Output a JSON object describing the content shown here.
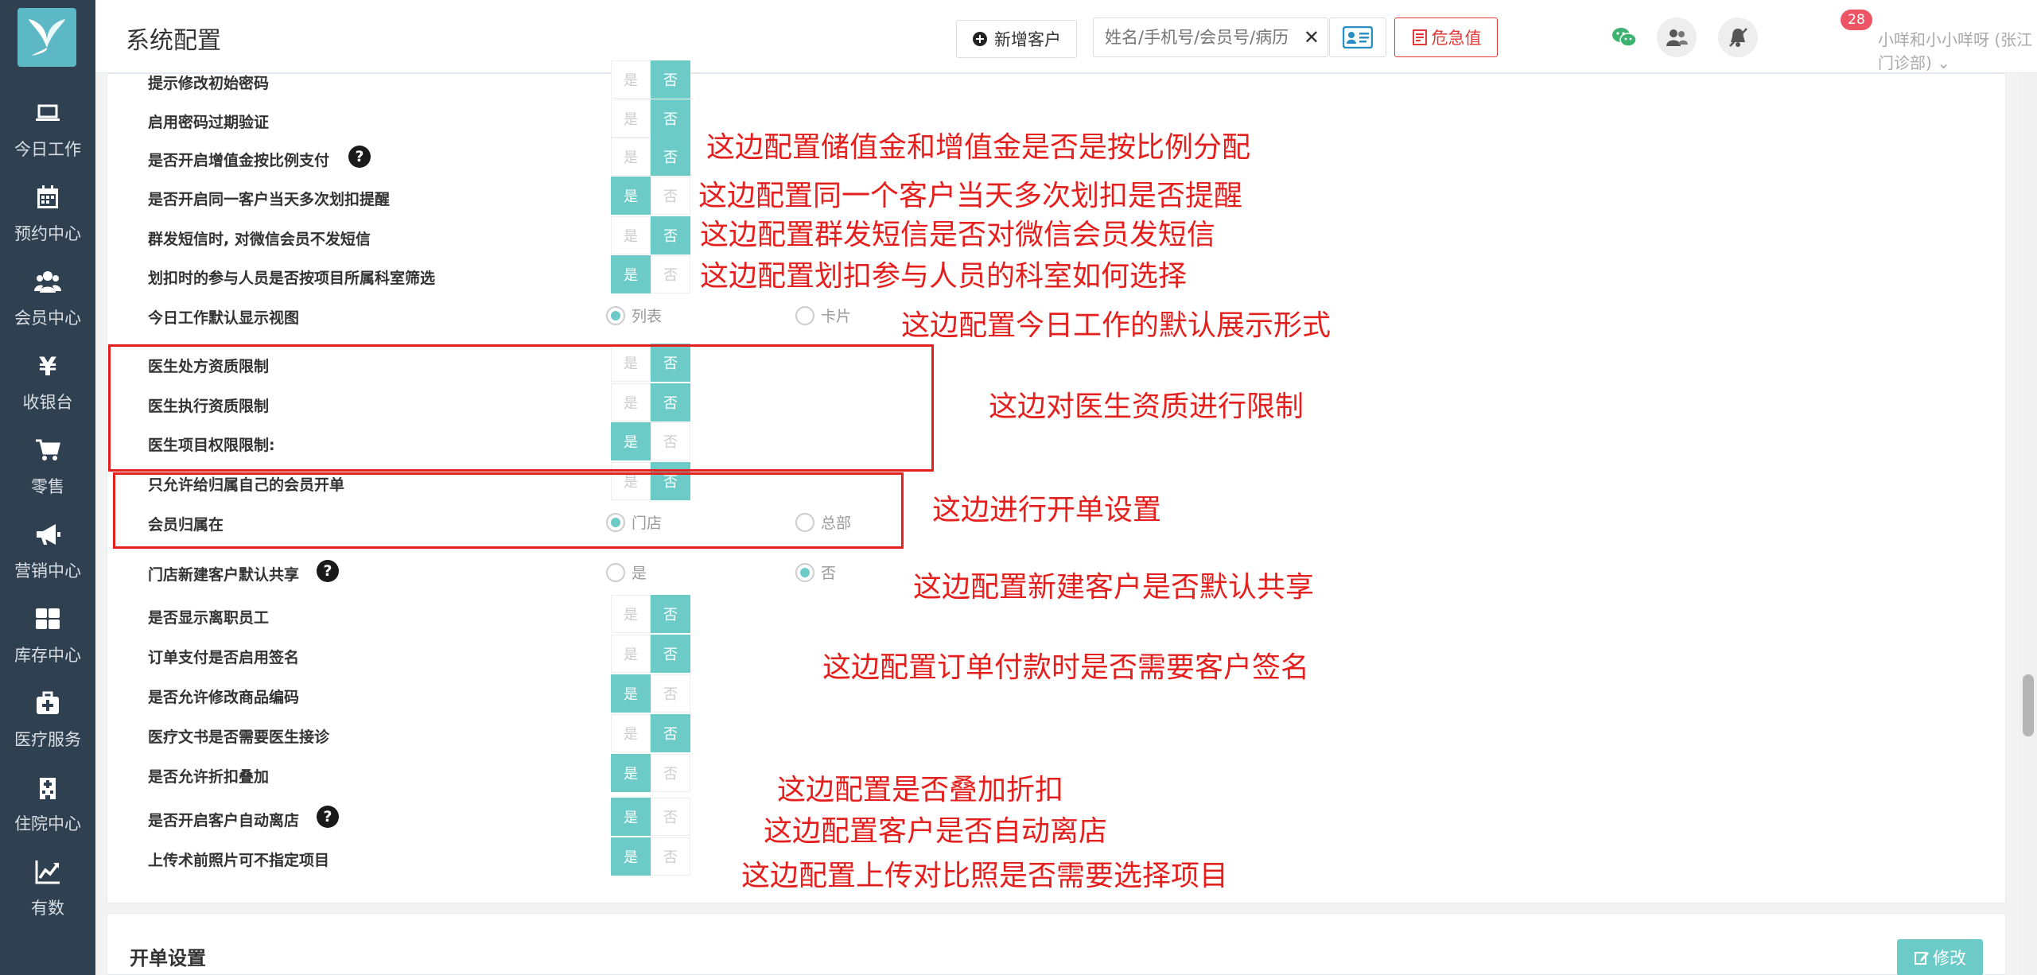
{
  "sidebar": {
    "items": [
      {
        "label": "今日工作",
        "icon": "laptop-icon"
      },
      {
        "label": "预约中心",
        "icon": "calendar-icon"
      },
      {
        "label": "会员中心",
        "icon": "users-icon"
      },
      {
        "label": "收银台",
        "icon": "yen-icon"
      },
      {
        "label": "零售",
        "icon": "cart-icon"
      },
      {
        "label": "营销中心",
        "icon": "megaphone-icon"
      },
      {
        "label": "库存中心",
        "icon": "grid-icon"
      },
      {
        "label": "医疗服务",
        "icon": "medkit-icon"
      },
      {
        "label": "住院中心",
        "icon": "hospital-icon"
      },
      {
        "label": "有数",
        "icon": "chart-line-icon"
      }
    ]
  },
  "header": {
    "title": "系统配置",
    "add_customer": "新增客户",
    "search_placeholder": "姓名/手机号/会员号/病历号/微信号",
    "danger_label": "危急值",
    "notification_count": "28",
    "user": "小咩和小小咩呀 (张江门诊部) ⌄"
  },
  "toggle_labels": {
    "yes": "是",
    "no": "否"
  },
  "settings": [
    {
      "label": "提示修改初始密码",
      "value": "否"
    },
    {
      "label": "启用密码过期验证",
      "value": "否"
    },
    {
      "label": "是否开启增值金按比例支付",
      "value": "否",
      "help": true
    },
    {
      "label": "是否开启同一客户当天多次划扣提醒",
      "value": "是"
    },
    {
      "label": "群发短信时, 对微信会员不发短信",
      "value": "否"
    },
    {
      "label": "划扣时的参与人员是否按项目所属科室筛选",
      "value": "是"
    },
    {
      "label": "今日工作默认显示视图",
      "options": [
        "列表",
        "卡片"
      ],
      "selected": "列表"
    },
    {
      "label": "医生处方资质限制",
      "value": "否"
    },
    {
      "label": "医生执行资质限制",
      "value": "否"
    },
    {
      "label": "医生项目权限限制:",
      "value": "是"
    },
    {
      "label": "只允许给归属自己的会员开单",
      "value": "否"
    },
    {
      "label": "会员归属在",
      "options": [
        "门店",
        "总部"
      ],
      "selected": "门店"
    },
    {
      "label": "门店新建客户默认共享",
      "options": [
        "是",
        "否"
      ],
      "selected": "否",
      "help": true
    },
    {
      "label": "是否显示离职员工",
      "value": "否"
    },
    {
      "label": "订单支付是否启用签名",
      "value": "否"
    },
    {
      "label": "是否允许修改商品编码",
      "value": "是"
    },
    {
      "label": "医疗文书是否需要医生接诊",
      "value": "否"
    },
    {
      "label": "是否允许折扣叠加",
      "value": "是"
    },
    {
      "label": "是否开启客户自动离店",
      "value": "是",
      "help": true
    },
    {
      "label": "上传术前照片可不指定项目",
      "value": "是"
    }
  ],
  "annotations": [
    "这边配置储值金和增值金是否是按比例分配",
    "这边配置同一个客户当天多次划扣是否提醒",
    "这边配置群发短信是否对微信会员发短信",
    "这边配置划扣参与人员的科室如何选择",
    "这边配置今日工作的默认展示形式",
    "这边对医生资质进行限制",
    "这边进行开单设置",
    "这边配置新建客户是否默认共享",
    "这边配置订单付款时是否需要客户签名",
    "这边配置是否叠加折扣",
    "这边配置客户是否自动离店",
    "这边配置上传对比照是否需要选择项目"
  ],
  "next_section": {
    "title": "开单设置",
    "edit_label": "修改"
  },
  "colors": {
    "accent": "#6ccbc7",
    "sidebar": "#2f4050",
    "annotation": "#e4201e"
  }
}
